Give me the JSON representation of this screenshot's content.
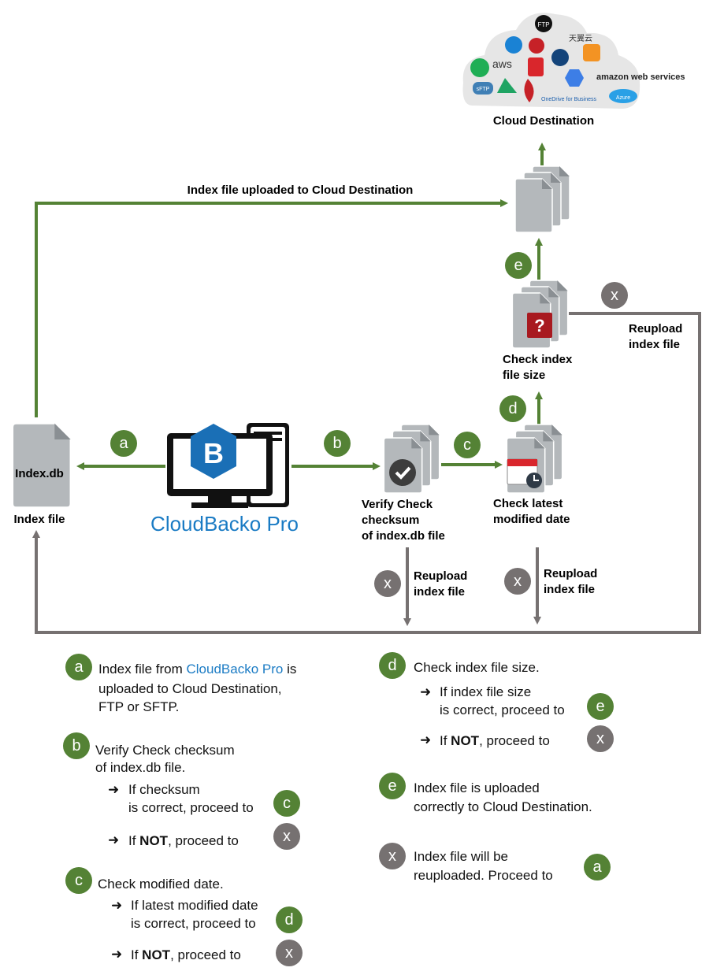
{
  "colors": {
    "flow_green": "#548235",
    "reupload_grey": "#767171",
    "brand_blue": "#1a7bc4",
    "file_grey": "#b4b8bb"
  },
  "cloud": {
    "title": "Cloud Destination",
    "logos": [
      "FTP",
      "天翼云",
      "aws",
      "amazon web services",
      "sFTP",
      "OneDrive for Business",
      "Azure"
    ]
  },
  "steps": {
    "a": "a",
    "b": "b",
    "c": "c",
    "d": "d",
    "e": "e",
    "x": "x"
  },
  "diagram": {
    "top_line_label": "Index file uploaded to Cloud Destination",
    "index_file_name": "Index.db",
    "index_file_label": "Index file",
    "product_name": "CloudBacko Pro",
    "verify_label": [
      "Verify Check",
      "checksum",
      "of index.db file"
    ],
    "date_label": [
      "Check latest",
      "modified date"
    ],
    "size_label": [
      "Check index",
      "file size"
    ],
    "reupload_label": [
      "Reupload",
      "index file"
    ]
  },
  "legend": {
    "a": {
      "pre": "Index file from ",
      "brand": "CloudBacko Pro",
      "post": " is",
      "line2": "uploaded to Cloud Destination,",
      "line3": "FTP or SFTP."
    },
    "b": {
      "line1": "Verify Check checksum",
      "line2": "of index.db file.",
      "if1a": "If checksum",
      "if1b": "is correct, proceed to",
      "not_pre": "If ",
      "not_bold": "NOT",
      "not_post": ", proceed to"
    },
    "c": {
      "line1": "Check modified date.",
      "if1a": "If latest modified date",
      "if1b": "is correct, proceed to",
      "not_pre": "If ",
      "not_bold": "NOT",
      "not_post": ", proceed to"
    },
    "d": {
      "line1": "Check index file size.",
      "if1a": "If index file size",
      "if1b": "is correct, proceed to",
      "not_pre": "If ",
      "not_bold": "NOT",
      "not_post": ", proceed to"
    },
    "e": {
      "line1": "Index file is uploaded",
      "line2": "correctly to Cloud Destination."
    },
    "x": {
      "line1": "Index file will be",
      "line2": "reuploaded. Proceed to"
    }
  }
}
